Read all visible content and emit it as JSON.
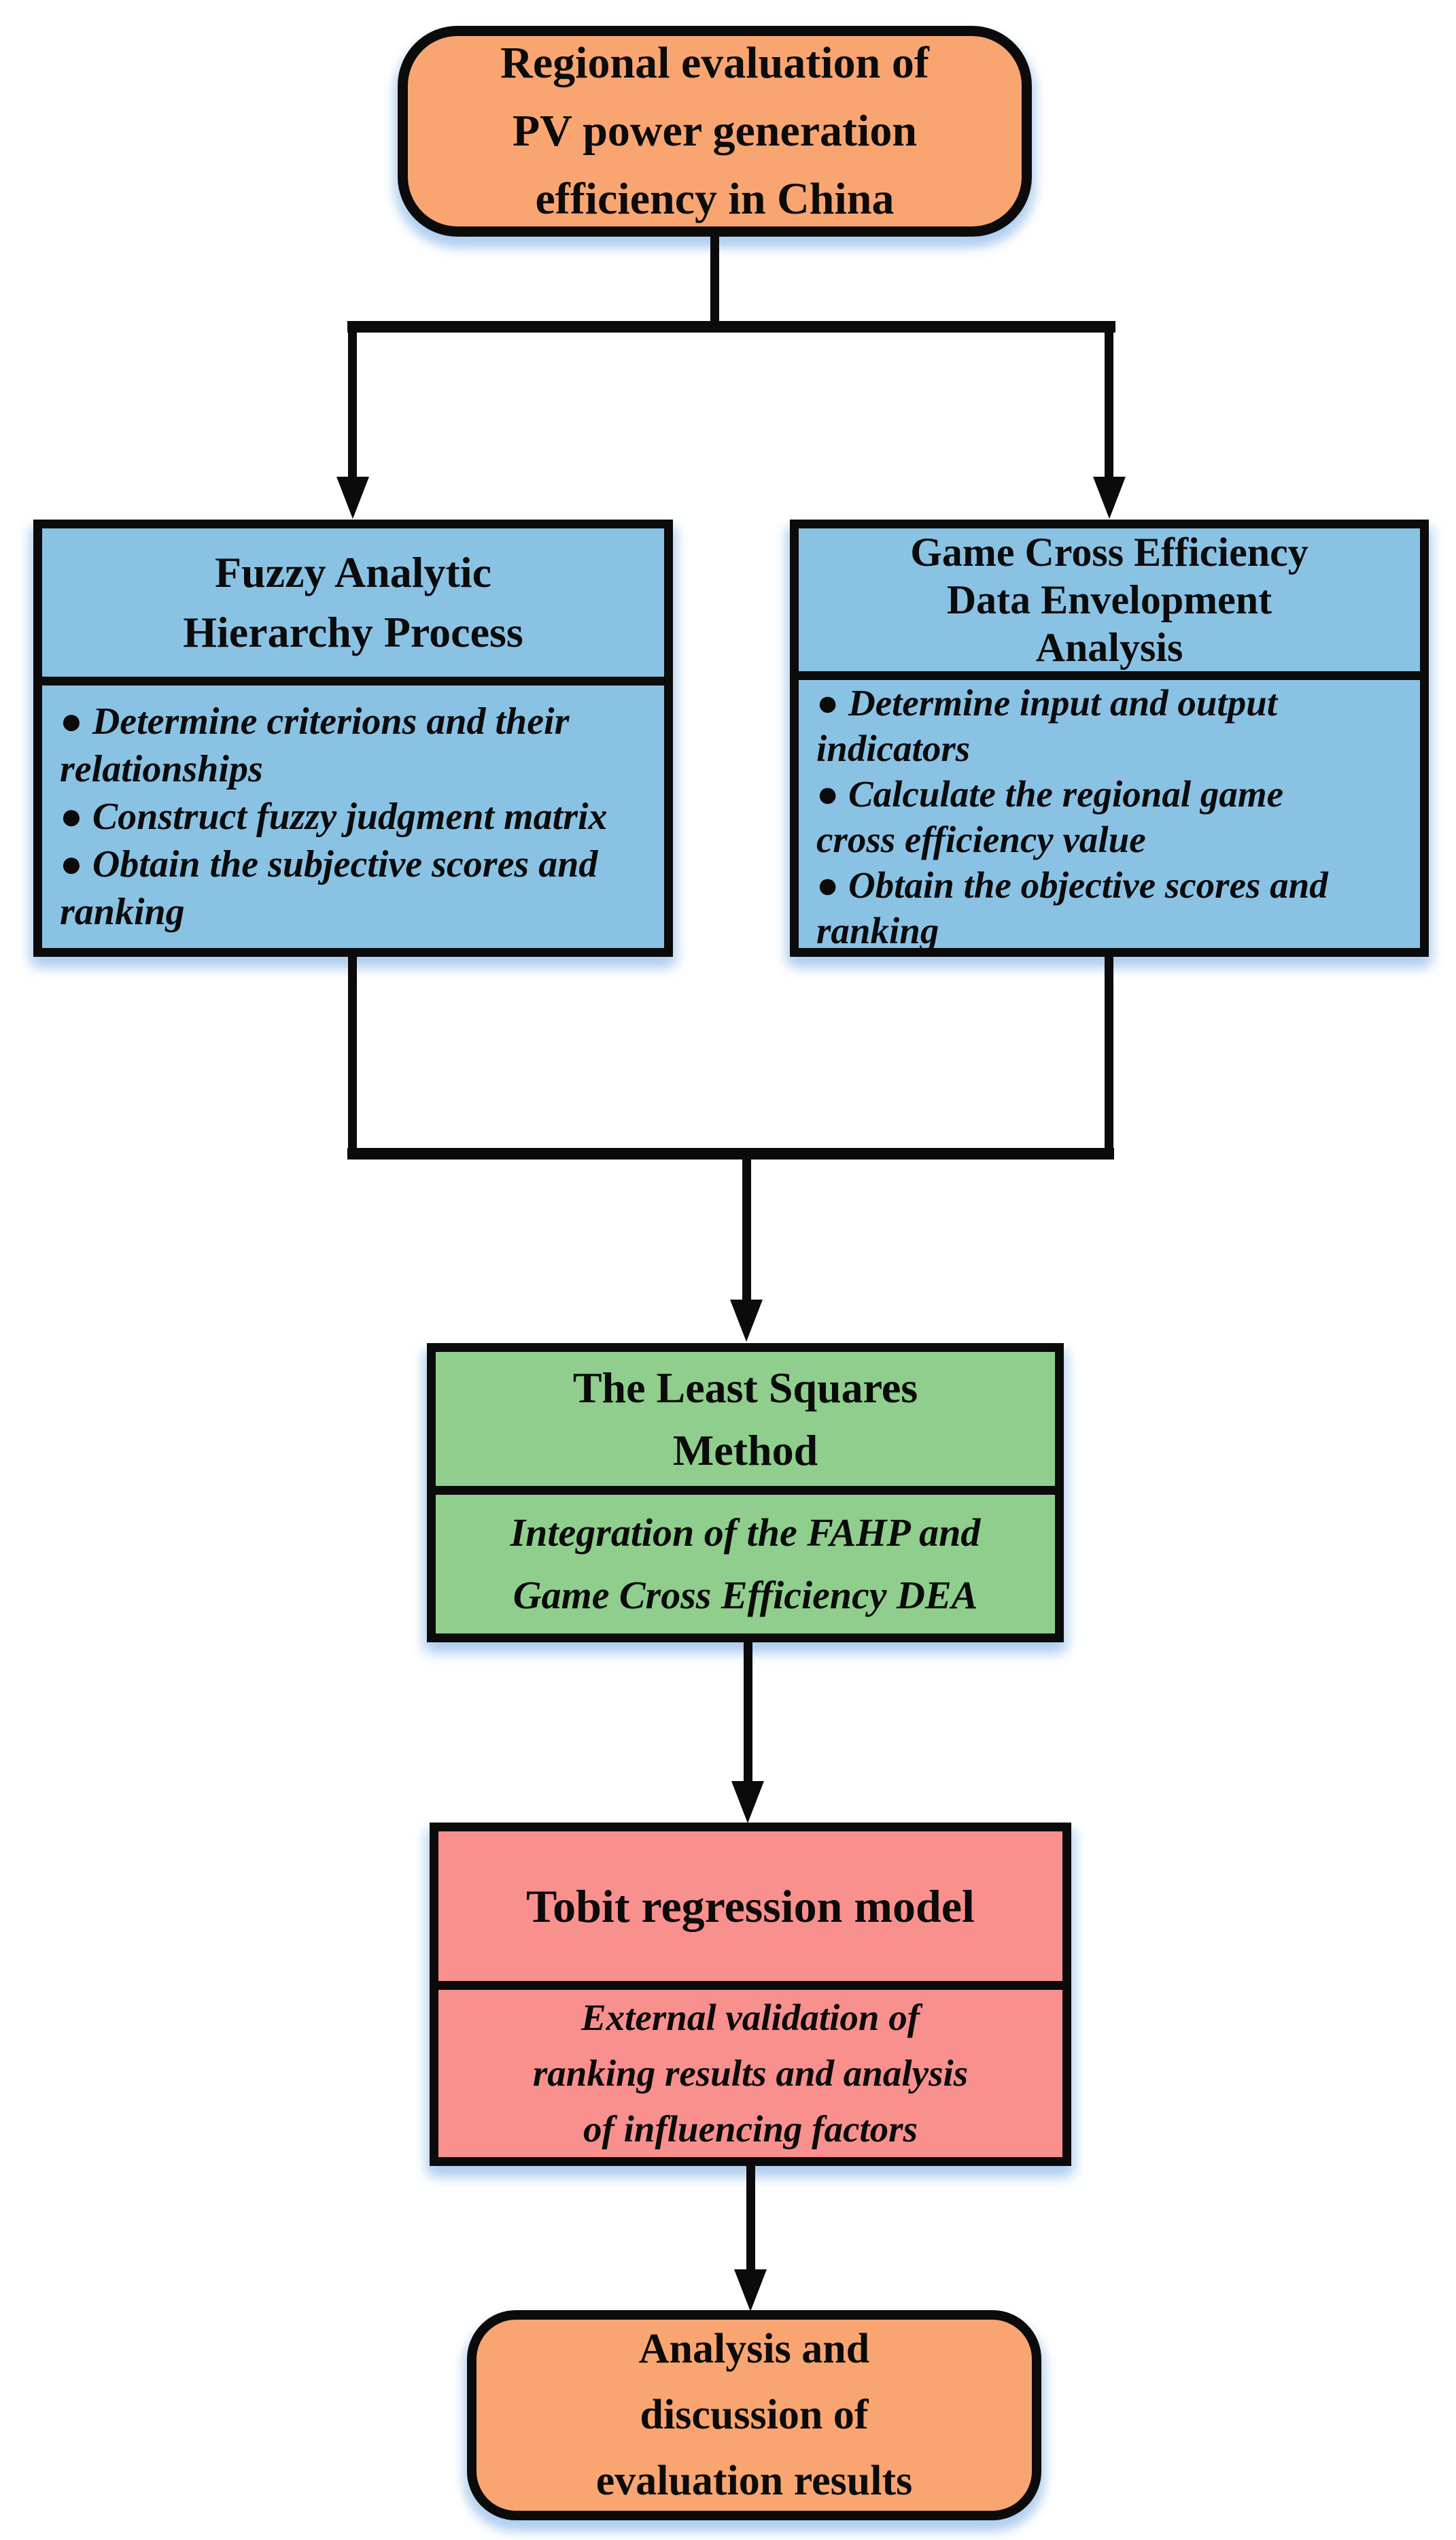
{
  "colors": {
    "ink": "#0b0b0b",
    "orange": "#F8A571",
    "blue": "#8AC2E4",
    "green": "#8FCE8C",
    "red": "#F8908E",
    "shadow": "#BDD8F0",
    "background": "#FFFFFF"
  },
  "nodes": {
    "top": {
      "title": "Regional evaluation of\nPV power generation\nefficiency in China"
    },
    "fahp": {
      "title": "Fuzzy Analytic\nHierarchy Process",
      "bullets": [
        "● Determine criterions and their\nrelationships",
        "● Construct fuzzy judgment matrix",
        "● Obtain the subjective scores and\nranking"
      ]
    },
    "gce": {
      "title": "Game Cross Efficiency\nData Envelopment\nAnalysis",
      "bullets": [
        "● Determine input and output\nindicators",
        "● Calculate the regional game\ncross efficiency value",
        "● Obtain the objective scores and\nranking"
      ]
    },
    "lsm": {
      "title": "The Least Squares\nMethod",
      "subtitle": "Integration of the FAHP and\nGame Cross Efficiency DEA"
    },
    "tobit": {
      "title": "Tobit regression model",
      "subtitle": "External validation of\nranking results and analysis\nof influencing factors"
    },
    "result": {
      "title": "Analysis and\ndiscussion of\nevaluation results"
    }
  }
}
